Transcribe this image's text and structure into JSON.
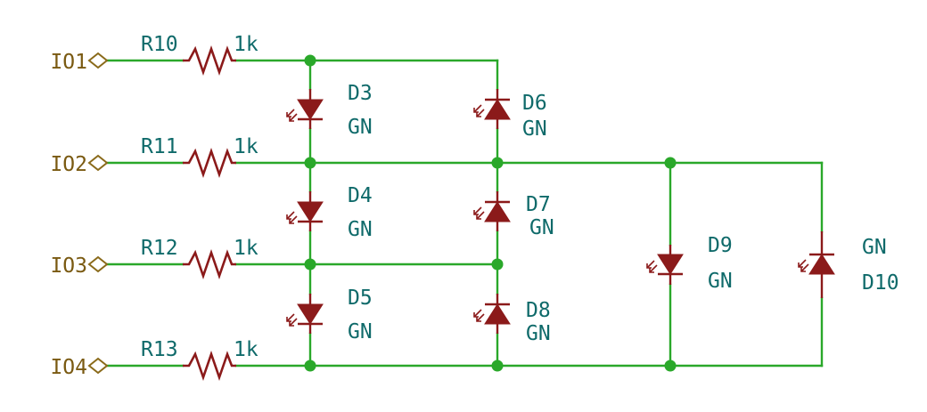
{
  "ports": [
    {
      "id": "port-io1",
      "label": "IO1"
    },
    {
      "id": "port-io2",
      "label": "IO2"
    },
    {
      "id": "port-io3",
      "label": "IO3"
    },
    {
      "id": "port-io4",
      "label": "IO4"
    }
  ],
  "resistors": [
    {
      "ref": "R10",
      "value": "1k"
    },
    {
      "ref": "R11",
      "value": "1k"
    },
    {
      "ref": "R12",
      "value": "1k"
    },
    {
      "ref": "R13",
      "value": "1k"
    }
  ],
  "diodes": [
    {
      "ref": "D3",
      "value": "GN"
    },
    {
      "ref": "D4",
      "value": "GN"
    },
    {
      "ref": "D5",
      "value": "GN"
    },
    {
      "ref": "D6",
      "value": "GN"
    },
    {
      "ref": "D7",
      "value": "GN"
    },
    {
      "ref": "D8",
      "value": "GN"
    },
    {
      "ref": "D9",
      "value": "GN"
    },
    {
      "ref": "D10",
      "value": "GN"
    }
  ],
  "colors": {
    "wire": "#2aa82a",
    "component": "#8b1a1a",
    "label": "#0f6a6a",
    "port": "#7a5a12"
  }
}
